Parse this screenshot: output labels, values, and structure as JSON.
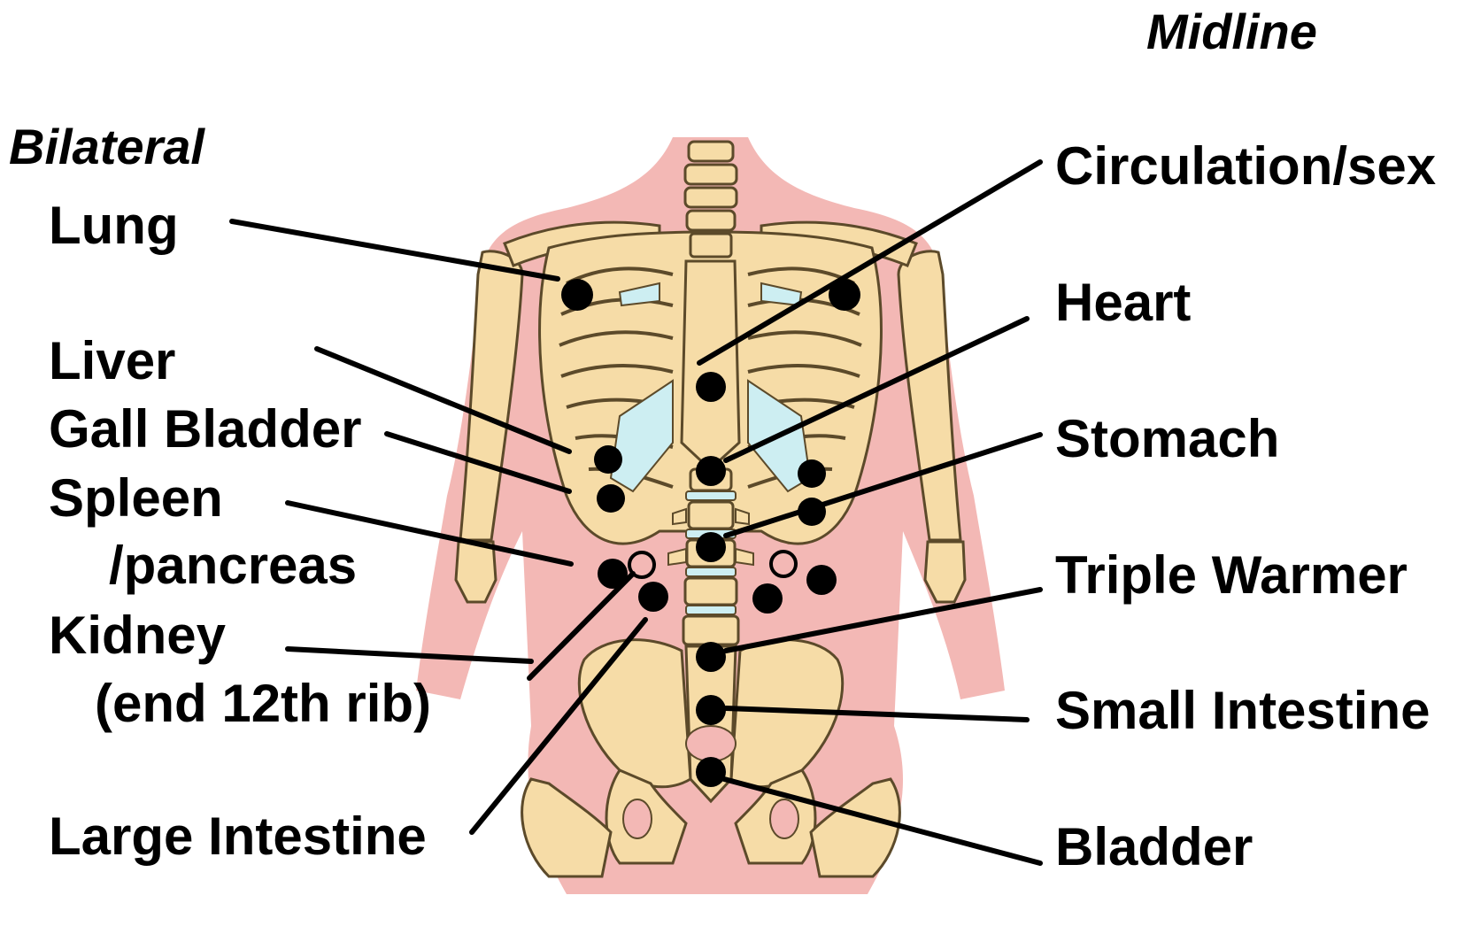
{
  "headers": {
    "bilateral": "Bilateral",
    "midline": "Midline"
  },
  "bilateral_labels": {
    "lung": "Lung",
    "liver": "Liver",
    "gall_bladder": "Gall Bladder",
    "spleen": "Spleen",
    "pancreas": "/pancreas",
    "kidney": "Kidney",
    "kidney_note": "(end 12th rib)",
    "large_intestine": "Large Intestine"
  },
  "midline_labels": {
    "circulation_sex": "Circulation/sex",
    "heart": "Heart",
    "stomach": "Stomach",
    "triple_warmer": "Triple Warmer",
    "small_intestine": "Small Intestine",
    "bladder": "Bladder"
  },
  "colors": {
    "skin": "#f3b8b5",
    "bone": "#f6dca7",
    "bone_outline": "#5c4a2a",
    "cartilage": "#cdeef2",
    "point": "#000000",
    "leader_line": "#000000"
  }
}
